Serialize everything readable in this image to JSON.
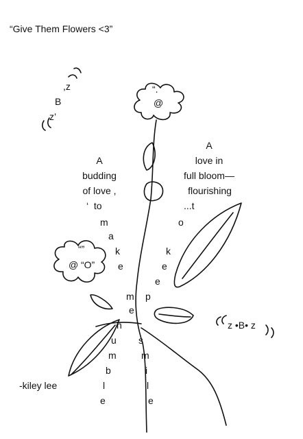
{
  "title": "“Give Them Flowers <3”",
  "author": "-kiley lee",
  "flower_top": {
    "center": "@",
    "marks": "“."
  },
  "flower_left": {
    "center": "@",
    "inner_mark": "“O”",
    "marks": "“”"
  },
  "bee_top": {
    "line1": ",z",
    "line2": "B",
    "line3": "z’"
  },
  "bee_right": {
    "text": "z •B• z"
  },
  "left_stanza": [
    "A",
    "budding",
    "of love ,",
    "‘  to"
  ],
  "right_stanza": [
    "A",
    "love in",
    "full bloom—",
    "flourishing",
    "...t"
  ],
  "left_diagonal": [
    "m",
    "a",
    "k",
    "e"
  ],
  "right_diagonal": [
    "o",
    "k",
    "e",
    "e"
  ],
  "center_column": [
    "m",
    "p",
    "e"
  ],
  "humble": [
    "h",
    "u",
    "m",
    "b",
    "l",
    "e"
  ],
  "smile": [
    "s",
    "m",
    "i",
    "l",
    "e"
  ]
}
